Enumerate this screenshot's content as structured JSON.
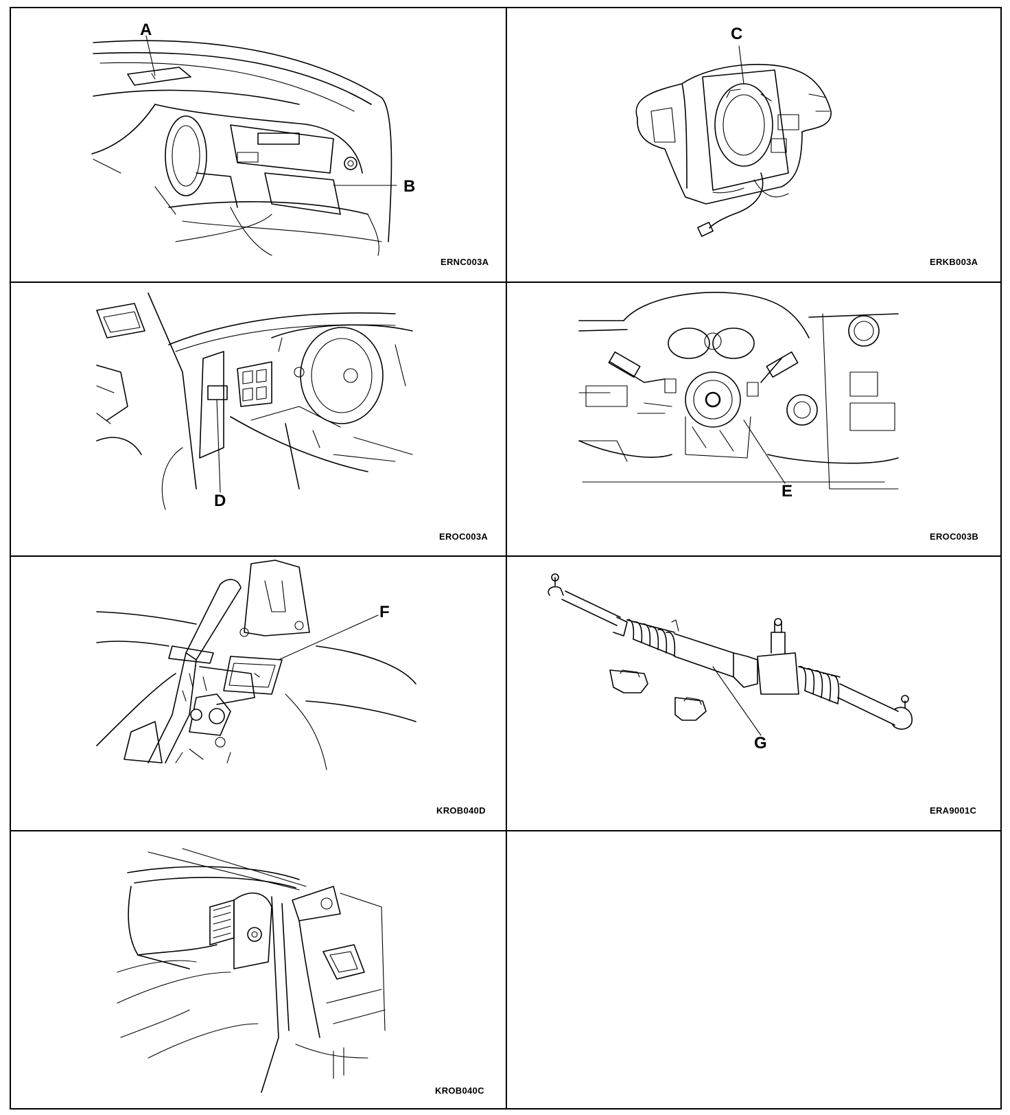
{
  "panels": [
    {
      "id": "p1",
      "code": "ERNC003A",
      "callouts": [
        "A",
        "B"
      ]
    },
    {
      "id": "p2",
      "code": "ERKB003A",
      "callouts": [
        "C"
      ]
    },
    {
      "id": "p3",
      "code": "EROC003A",
      "callouts": [
        "D"
      ]
    },
    {
      "id": "p4",
      "code": "EROC003B",
      "callouts": [
        "E"
      ]
    },
    {
      "id": "p5",
      "code": "KROB040D",
      "callouts": [
        "F"
      ]
    },
    {
      "id": "p6",
      "code": "ERA9001C",
      "callouts": [
        "G"
      ]
    },
    {
      "id": "p7",
      "code": "KROB040C",
      "callouts": []
    },
    {
      "id": "p8",
      "code": "",
      "callouts": []
    }
  ]
}
